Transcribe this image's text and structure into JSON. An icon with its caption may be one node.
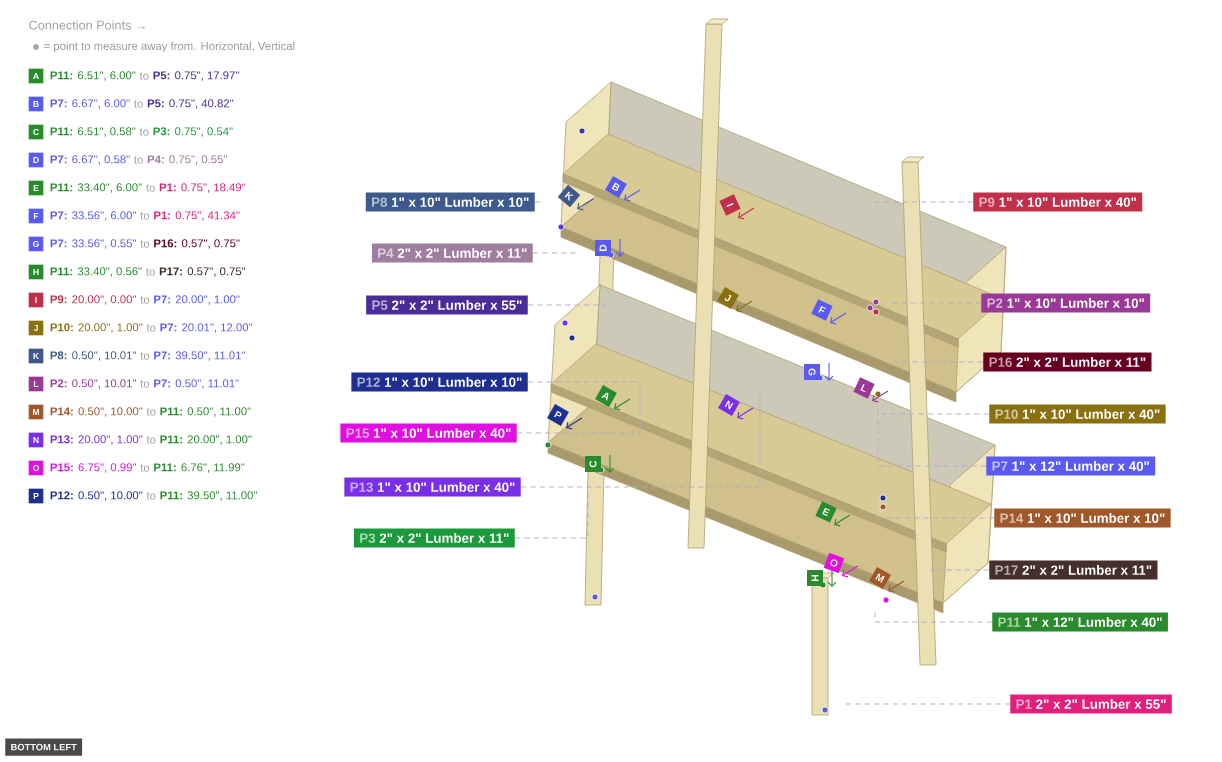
{
  "diagram": {
    "nodes": [
      {
        "text": [
          "P8",
          "1\" x 10\" Lumber x 10\""
        ]
      },
      {
        "text": [
          "P9",
          "1\" x 10\" Lumber x 40\""
        ]
      },
      {
        "text": [
          "P4",
          "2\" x 2\" Lumber x 11\""
        ]
      },
      {
        "text": [
          "P2",
          "1\" x 10\" Lumber x 10\""
        ]
      },
      {
        "text": [
          "P5",
          "2\" x 2\" Lumber x 55\""
        ]
      },
      {
        "text": [
          "P16",
          "2\" x 2\" Lumber x 11\""
        ]
      },
      {
        "text": [
          "P12",
          "1\" x 10\" Lumber x 10\""
        ]
      },
      {
        "text": [
          "P10",
          "1\" x 10\" Lumber x 40\""
        ]
      },
      {
        "text": [
          "P15",
          "1\" x 10\" Lumber x 40\""
        ]
      },
      {
        "text": [
          "P7",
          "1\" x 12\" Lumber x 40\""
        ]
      },
      {
        "text": [
          "P13",
          "1\" x 10\" Lumber x 40\""
        ]
      },
      {
        "text": [
          "P14",
          "1\" x 10\" Lumber x 10\""
        ]
      },
      {
        "text": [
          "P3",
          "2\" x 2\" Lumber x 11\""
        ]
      },
      {
        "text": [
          "P17",
          "2\" x 2\" Lumber x 11\""
        ]
      },
      {
        "text": [
          "P11",
          "1\" x 12\" Lumber x 40\""
        ]
      },
      {
        "text": [
          "P1",
          "2\" x 2\" Lumber x 55\""
        ]
      }
    ],
    "edges": [
      {
        "from": 0,
        "to": null,
        "arrow": "none",
        "style": "dashed"
      },
      {
        "from": 1,
        "to": null,
        "arrow": "none",
        "style": "dashed"
      },
      {
        "from": 2,
        "to": null,
        "arrow": "none",
        "style": "dashed"
      },
      {
        "from": 3,
        "to": null,
        "arrow": "none",
        "style": "dashed"
      },
      {
        "from": 4,
        "to": null,
        "arrow": "none",
        "style": "dashed"
      },
      {
        "from": 5,
        "to": null,
        "arrow": "none",
        "style": "dashed"
      },
      {
        "from": 6,
        "to": null,
        "arrow": "none",
        "style": "dashed"
      },
      {
        "from": 7,
        "to": null,
        "arrow": "none",
        "style": "dashed"
      },
      {
        "from": 8,
        "to": null,
        "arrow": "none",
        "style": "dashed"
      },
      {
        "from": 9,
        "to": null,
        "arrow": "none",
        "style": "dashed"
      },
      {
        "from": 10,
        "to": null,
        "arrow": "none",
        "style": "dashed"
      },
      {
        "from": 11,
        "to": null,
        "arrow": "none",
        "style": "dashed"
      },
      {
        "from": 12,
        "to": null,
        "arrow": "none",
        "style": "dashed"
      },
      {
        "from": 13,
        "to": null,
        "arrow": "none",
        "style": "dashed"
      },
      {
        "from": 14,
        "to": null,
        "arrow": "none",
        "style": "dashed"
      },
      {
        "from": 15,
        "to": null,
        "arrow": "none",
        "style": "dashed"
      }
    ],
    "labels": [
      "Connection Points →",
      "= point to measure away from. Horizontal, Vertical",
      "A",
      "**P11:** 6.51\", 6.00\"",
      "to",
      "**P5:** 0.75\", 17.97\"",
      "B",
      "**P7:** 6.67\", 6.00\"",
      "to",
      "**P5:** 0.75\", 40.82\"",
      "C",
      "**P11:** 6.51\", 0.58\"",
      "to",
      "**P3:** 0.75\", 0.54\"",
      "D",
      "**P7:** 6.67\", 0.58\"",
      "to",
      "**P4:** 0.75\", 0.55\"",
      "E",
      "**P11:** 33.40\", 6.00\"",
      "to",
      "**P1:** 0.75\", 18.49\"",
      "F",
      "**P7:** 33.56\", 6.00\"",
      "to",
      "**P1:** 0.75\", 41.34\"",
      "G",
      "**P7:** 33.56\", 0.55\"",
      "to",
      "**P16:** 0.57\", 0.75\"",
      "H",
      "**P11:** 33.40\", 0.56\"",
      "to",
      "**P17:** 0.57\", 0.75\"",
      "I",
      "**P9:** 20.00\", 0.00\"",
      "to",
      "**P7:** 20.00\", 1.00\"",
      "J",
      "**P10:** 20.00\", 1.00\"",
      "to",
      "**P7:** 20.01\", 12.00\"",
      "K",
      "**P8:** 0.50\", 10.01\"",
      "to",
      "**P7:** 39.50\", 11.01\"",
      "L",
      "**P2:** 0.50\", 10.01\"",
      "to",
      "**P7:** 0.50\", 11.01\"",
      "M",
      "**P14:** 0.50\", 10.00\"",
      "to",
      "**P11:** 0.50\", 11.00\"",
      "N",
      "**P13:** 20.00\", 1.00\"",
      "to",
      "**P11:** 20.00\", 1.00\"",
      "O",
      "**P15:** 6.75\", 0.99\"",
      "to",
      "**P11:** 6.76\", 11.99\"",
      "P",
      "**P12:** 0.50\", 10.00\"",
      "to",
      "**P11:** 39.50\", 11.00\"",
      "A",
      "B",
      "C",
      "D",
      "E",
      "F",
      "G",
      "H",
      "I",
      "J",
      "K",
      "L",
      "M",
      "N",
      "O",
      "P",
      "BOTTOM LEFT"
    ]
  }
}
